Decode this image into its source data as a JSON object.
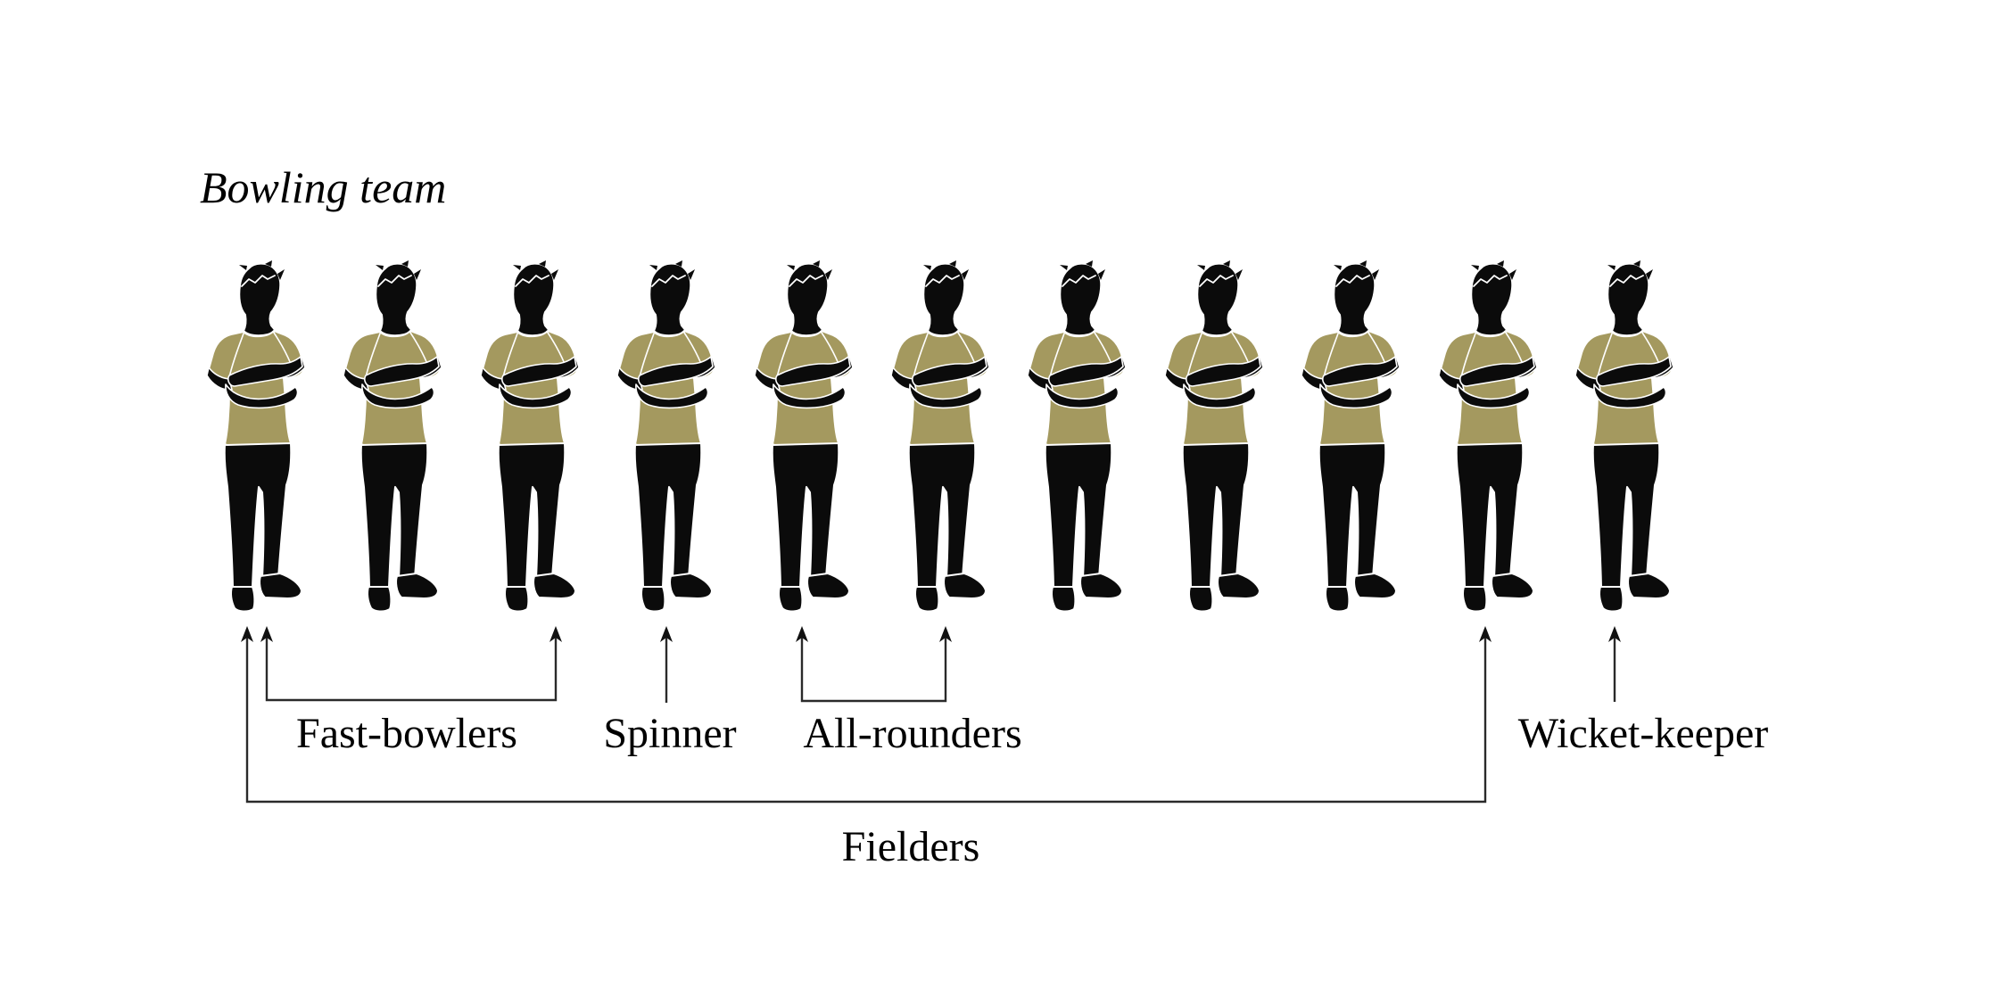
{
  "title": "Bowling team",
  "players": {
    "count": 11,
    "description": "identical standing man silhouettes with arms crossed"
  },
  "annotations": {
    "fast_bowlers": {
      "label": "Fast-bowlers",
      "type": "bracket",
      "points_to_players": [
        1,
        2,
        3
      ]
    },
    "spinner": {
      "label": "Spinner",
      "type": "arrow",
      "points_to_players": [
        4
      ]
    },
    "all_rounders": {
      "label": "All-rounders",
      "type": "bracket",
      "points_to_players": [
        5,
        6
      ]
    },
    "wicket_keeper": {
      "label": "Wicket-keeper",
      "type": "arrow",
      "points_to_players": [
        11
      ]
    },
    "fielders": {
      "label": "Fielders",
      "type": "bracket",
      "points_to_players": [
        1,
        2,
        3,
        4,
        5,
        6,
        7,
        8,
        9,
        10
      ]
    }
  },
  "colors": {
    "background": "#ffffff",
    "shirt": "#a4995f",
    "silhouette": "#0b0b0b",
    "figure_outline": "#ffffff",
    "annotation_line": "#2a2a2a",
    "text": "#000000"
  }
}
